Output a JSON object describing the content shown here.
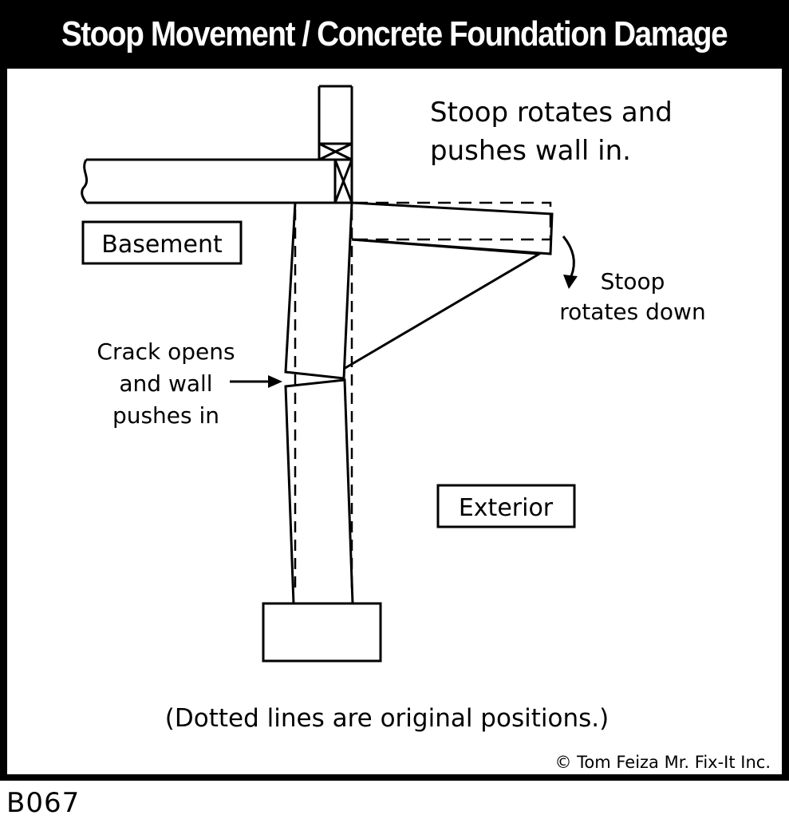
{
  "title": "Stoop Movement / Concrete Foundation Damage",
  "labels": {
    "note_line1": "Stoop rotates and",
    "note_line2": "pushes wall in.",
    "basement": "Basement",
    "exterior": "Exterior",
    "stoop_line1": "Stoop",
    "stoop_line2": "rotates down",
    "crack_line1": "Crack opens",
    "crack_line2": "and wall",
    "crack_line3": "pushes in",
    "footnote": "(Dotted lines are original positions.)",
    "credit": "© Tom Feiza Mr. Fix-It Inc."
  },
  "code": "B067",
  "colors": {
    "frame": "#000000",
    "background": "#ffffff",
    "ink": "#000000"
  }
}
